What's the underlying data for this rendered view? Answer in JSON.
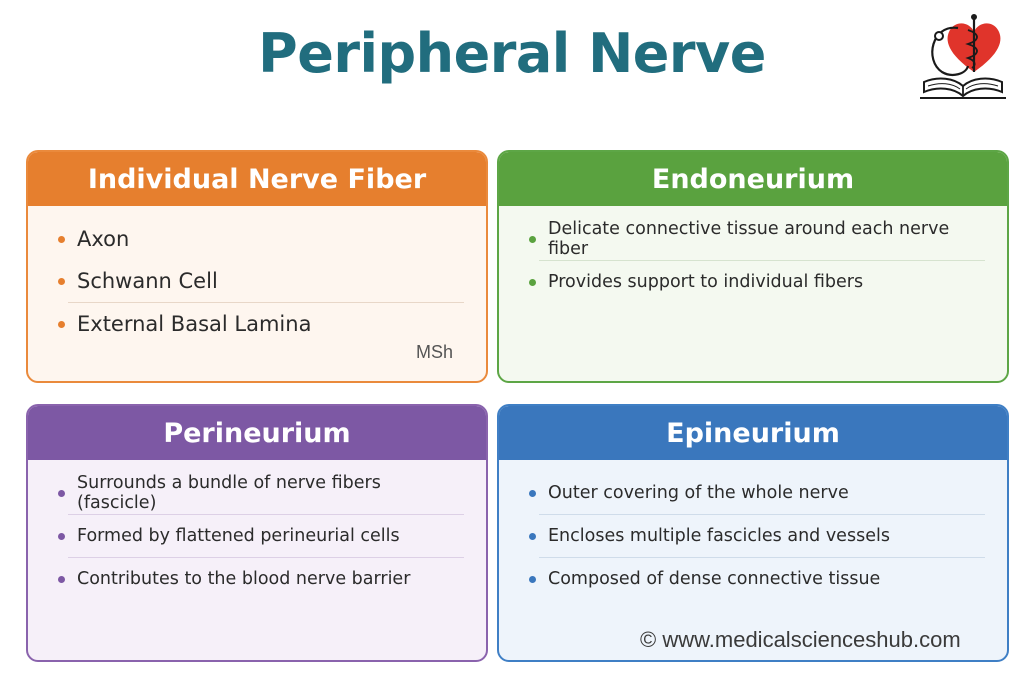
{
  "title": "Peripheral Nerve",
  "logo": {
    "icon": "caduceus-heart-book-logo"
  },
  "cards": {
    "fiber": {
      "heading": "Individual Nerve Fiber",
      "items": [
        "Axon",
        "Schwann Cell",
        "External Basal Lamina"
      ],
      "mark": "MSh",
      "accent": "#e67f2e"
    },
    "endo": {
      "heading": "Endoneurium",
      "items": [
        "Delicate connective tissue around each nerve fiber",
        "Provides support to individual fibers"
      ],
      "accent": "#5aa23f"
    },
    "peri": {
      "heading": "Perineurium",
      "items": [
        "Surrounds a bundle of nerve fibers (fascicle)",
        "Formed by flattened perineurial cells",
        "Contributes to the blood nerve barrier"
      ],
      "accent": "#7d58a4"
    },
    "epi": {
      "heading": "Epineurium",
      "items": [
        "Outer covering of the whole nerve",
        "Encloses multiple fascicles and vessels",
        "Composed of dense connective tissue"
      ],
      "accent": "#3a77bd"
    }
  },
  "watermark": "© www.medicalscienceshub.com"
}
